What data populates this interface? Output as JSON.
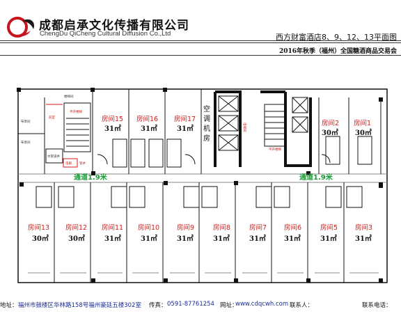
{
  "company": {
    "name_cn": "成都启承文化传播有限公司",
    "name_en": "ChengDu QiCheng Cultural Diffusion Co.,Ltd"
  },
  "plan": {
    "title": "西方财富酒店8、9、12、13平面图",
    "fair": "2016年秋季（福州）全国糖酒商品交易会"
  },
  "corridor_label": "通道1.9米",
  "hvac_label": [
    "空",
    "调",
    "机",
    "房"
  ],
  "rooms_top": [
    {
      "name": "房间15",
      "area": "31㎡"
    },
    {
      "name": "房间16",
      "area": "31㎡"
    },
    {
      "name": "房间17",
      "area": "31㎡"
    },
    {
      "name": "房间2",
      "area": "30㎡"
    },
    {
      "name": "房间1",
      "area": "30㎡"
    }
  ],
  "rooms_bottom": [
    {
      "name": "房间13",
      "area": "30㎡"
    },
    {
      "name": "房间12",
      "area": "30㎡"
    },
    {
      "name": "房间11",
      "area": "31㎡"
    },
    {
      "name": "房间10",
      "area": "31㎡"
    },
    {
      "name": "房间9",
      "area": "31㎡"
    },
    {
      "name": "房间8",
      "area": "31㎡"
    },
    {
      "name": "房间7",
      "area": "31㎡"
    },
    {
      "name": "房间6",
      "area": "31㎡"
    },
    {
      "name": "房间5",
      "area": "31㎡"
    },
    {
      "name": "房间3",
      "area": "31㎡"
    }
  ],
  "small_labels": {
    "linen": "布草间",
    "stair_room": "楼梯间",
    "fire_stair": "平开楼梯",
    "water_well": "水管道井",
    "electric_well": "电井",
    "elevator": "电梯间",
    "fire_stair_right": "平开楼梯",
    "mark1": "前室",
    "mark2": "电箱",
    "mark3": "管井"
  },
  "footer": {
    "addr_label": "地址：",
    "addr": "福州市鼓楼区华林路158号福州豪廷五楼302室",
    "fax_label": "传真：",
    "fax": "0591-87761254",
    "web_label": "网址：",
    "web": "www.cdqcwh.com",
    "contact_label": "联系人：",
    "phone_label": "联系电话："
  }
}
